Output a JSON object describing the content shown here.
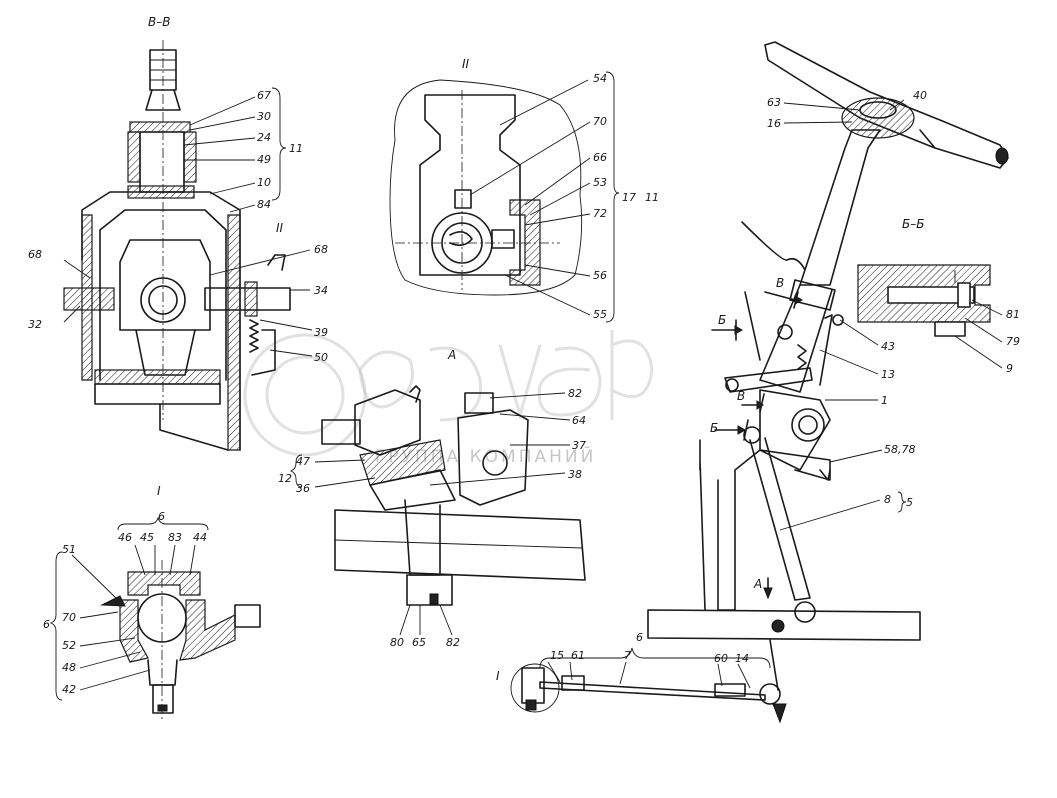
{
  "views": {
    "bb_section": "В–В",
    "detail_ii": "II",
    "view_a": "А",
    "section_bb2": "Б–Б",
    "detail_i": "I"
  },
  "markers": {
    "b_upper": "В",
    "b_lower": "В",
    "bb_left": "Б",
    "bb_lower": "Б",
    "a_arrow": "А",
    "detail_i_ref": "I",
    "detail_ii_ref": "II"
  },
  "labels_bb": [
    "67",
    "30",
    "24",
    "49",
    "11",
    "10",
    "84",
    "68",
    "68",
    "32",
    "34",
    "39",
    "50"
  ],
  "labels_ii": [
    "54",
    "70",
    "66",
    "53",
    "17",
    "11",
    "72",
    "56",
    "55"
  ],
  "labels_a": [
    "82",
    "64",
    "37",
    "38",
    "47",
    "12",
    "36",
    "80",
    "65",
    "82"
  ],
  "labels_main": [
    "63",
    "40",
    "16",
    "43",
    "13",
    "1",
    "58,78",
    "8",
    "5",
    "6",
    "15",
    "61",
    "7",
    "60",
    "14"
  ],
  "labels_b2": [
    "81",
    "79",
    "9"
  ],
  "labels_i": [
    "6",
    "46",
    "45",
    "83",
    "44",
    "51",
    "70",
    "6",
    "52",
    "48",
    "42"
  ],
  "watermark": {
    "logo": "белагро",
    "tagline": "ГРУППА КОМПАНИЙ"
  }
}
